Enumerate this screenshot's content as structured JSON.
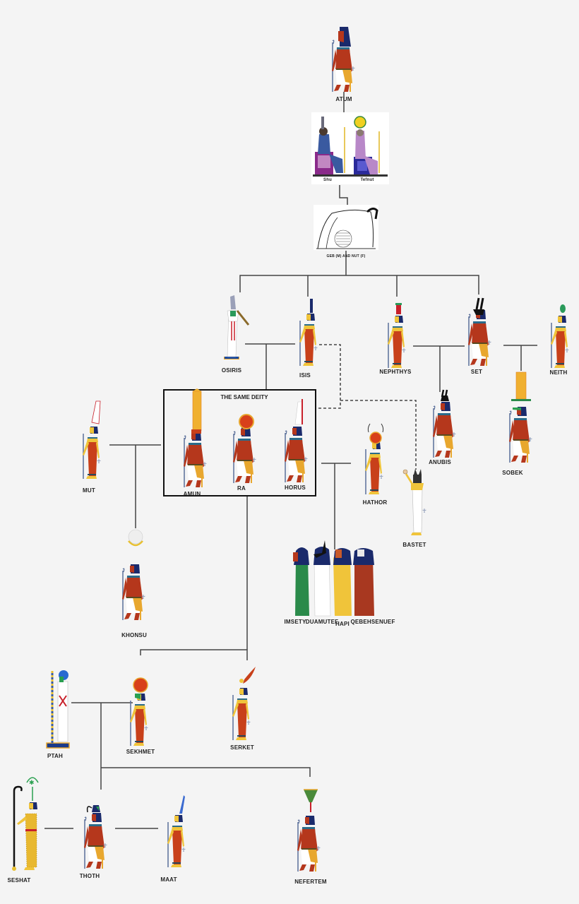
{
  "diagram": {
    "type": "family-tree",
    "background": "#f4f4f4",
    "line_color": "#444444",
    "colors": {
      "skin_male": "#b5371c",
      "skin_female": "#f0c43a",
      "dress_red": "#c8401a",
      "kilt_gold": "#e8a72e",
      "wig_blue": "#1a2a6b",
      "staff_blue": "#5a6f9a",
      "sun_disk": "#d8401a"
    }
  },
  "nodes": {
    "atum": {
      "label": "ATUM"
    },
    "shu": {
      "label": "Shu"
    },
    "tefnut": {
      "label": "Tefnut"
    },
    "geb_nut": {
      "label": "GEB (M) AND NUT (F)"
    },
    "osiris": {
      "label": "OSIRIS"
    },
    "isis": {
      "label": "ISIS"
    },
    "nephthys": {
      "label": "NEPHTHYS"
    },
    "set": {
      "label": "SET"
    },
    "neith": {
      "label": "NEITH"
    },
    "same_deity": {
      "title": "THE SAME DEITY",
      "members": [
        "AMUN",
        "RA",
        "HORUS"
      ]
    },
    "mut": {
      "label": "MUT"
    },
    "hathor": {
      "label": "HATHOR"
    },
    "anubis": {
      "label": "ANUBIS"
    },
    "sobek": {
      "label": "SOBEK"
    },
    "bastet": {
      "label": "BASTET"
    },
    "khonsu": {
      "label": "KHONSU"
    },
    "sons_of_horus": [
      "IMSETY",
      "DUAMUTEF",
      "HAPI",
      "QEBEHSENUEF"
    ],
    "ptah": {
      "label": "PTAH"
    },
    "sekhmet": {
      "label": "SEKHMET"
    },
    "serket": {
      "label": "SERKET"
    },
    "seshat": {
      "label": "SESHAT"
    },
    "thoth": {
      "label": "THOTH"
    },
    "maat": {
      "label": "MAAT"
    },
    "nefertem": {
      "label": "NEFERTEM"
    }
  },
  "edges": [
    {
      "from": "ATUM",
      "to": "Shu & Tefnut",
      "style": "solid"
    },
    {
      "from": "Shu & Tefnut",
      "to": "GEB (M) AND NUT (F)",
      "style": "solid"
    },
    {
      "from": "GEB (M) AND NUT (F)",
      "to": [
        "OSIRIS",
        "ISIS",
        "NEPHTHYS",
        "SET"
      ],
      "style": "solid"
    },
    {
      "from": "OSIRIS + ISIS",
      "to": "THE SAME DEITY",
      "style": "solid"
    },
    {
      "from": "ISIS",
      "to": "THE SAME DEITY",
      "style": "dashed"
    },
    {
      "from": "ISIS",
      "to": "BASTET",
      "style": "dashed"
    },
    {
      "from": "NEPHTHYS + SET",
      "to": "ANUBIS",
      "style": "solid"
    },
    {
      "from": "NEITH",
      "to": "SOBEK",
      "style": "solid"
    },
    {
      "from": "MUT + AMUN",
      "to": "KHONSU",
      "style": "solid"
    },
    {
      "from": "HORUS + HATHOR",
      "to": "SONS OF HORUS",
      "style": "solid"
    },
    {
      "from": "RA",
      "to": [
        "SEKHMET",
        "SERKET"
      ],
      "style": "solid"
    },
    {
      "from": "PTAH + SEKHMET",
      "to": [
        "THOTH",
        "NEFERTEM"
      ],
      "style": "solid"
    },
    {
      "from": "SESHAT",
      "to": "THOTH",
      "style": "solid"
    },
    {
      "from": "THOTH",
      "to": "MAAT",
      "style": "solid"
    }
  ]
}
